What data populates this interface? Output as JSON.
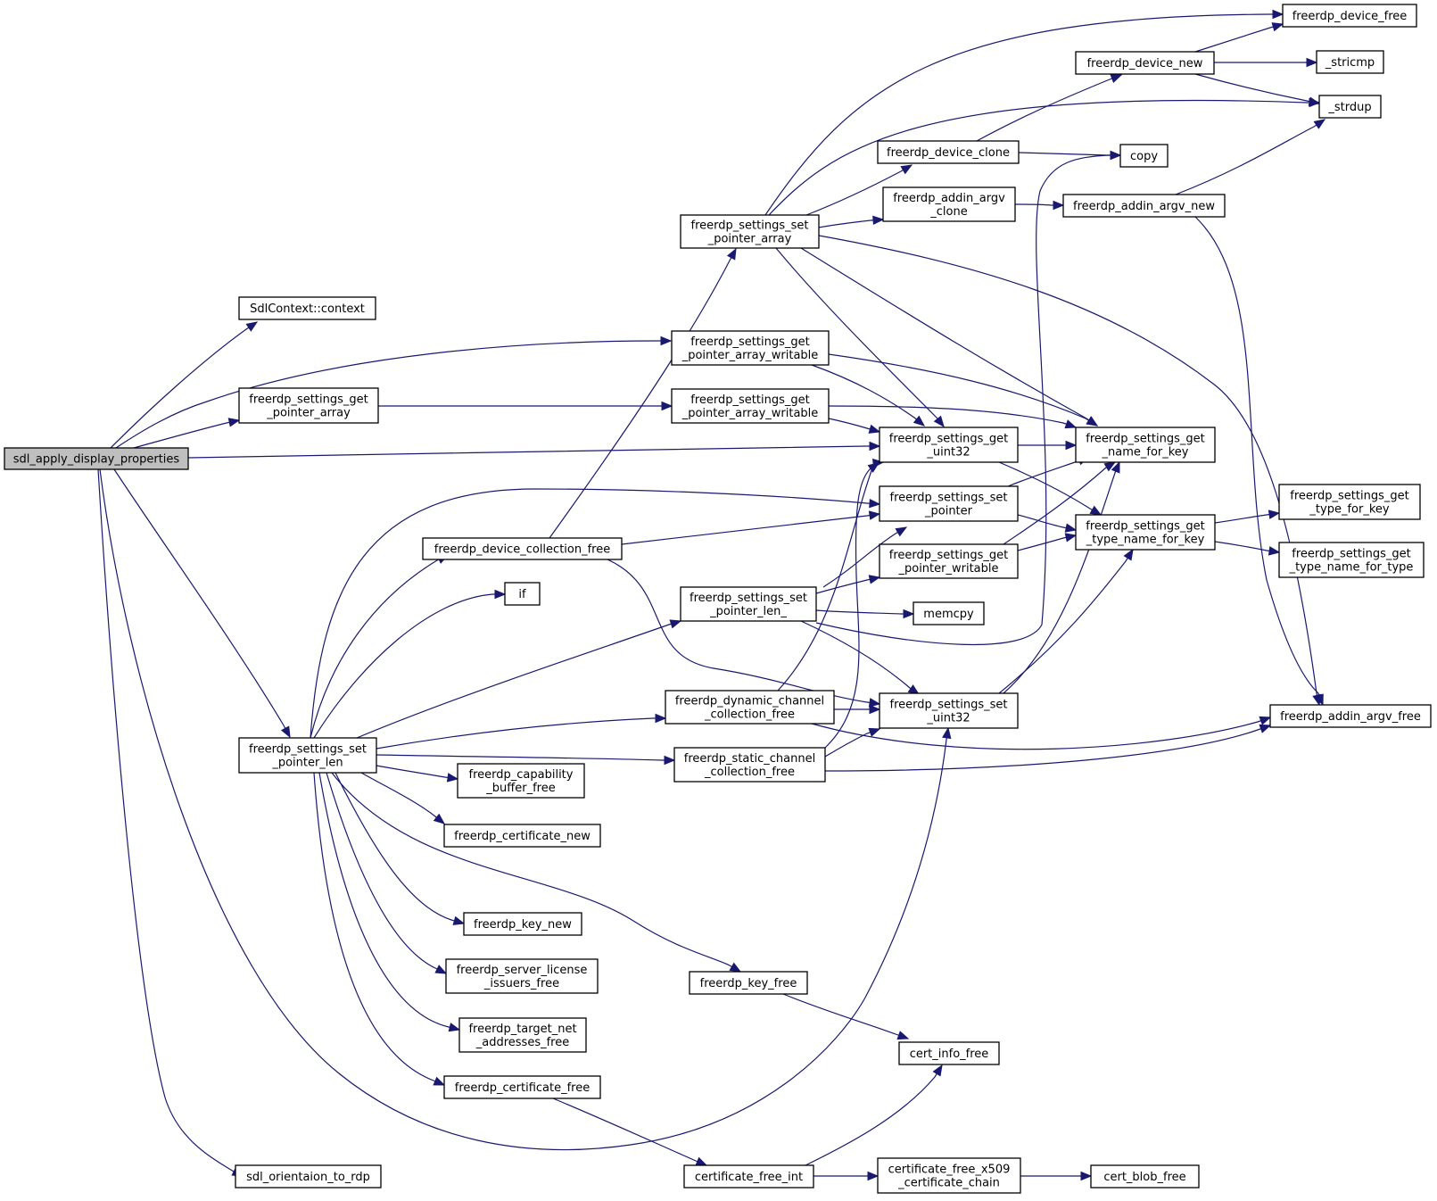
{
  "graph": {
    "nodes": [
      {
        "id": "sdl_apply",
        "lines": [
          "sdl_apply_display_properties"
        ],
        "root": true
      },
      {
        "id": "sdlctx",
        "lines": [
          "SdlContext::context"
        ]
      },
      {
        "id": "gpa",
        "lines": [
          "freerdp_settings_get",
          "_pointer_array"
        ]
      },
      {
        "id": "spl",
        "lines": [
          "freerdp_settings_set",
          "_pointer_len"
        ]
      },
      {
        "id": "orient",
        "lines": [
          "sdl_orientaion_to_rdp"
        ]
      },
      {
        "id": "spa",
        "lines": [
          "freerdp_settings_set",
          "_pointer_array"
        ]
      },
      {
        "id": "gpaw1",
        "lines": [
          "freerdp_settings_get",
          "_pointer_array_writable"
        ]
      },
      {
        "id": "gpaw2",
        "lines": [
          "freerdp_settings_get",
          "_pointer_array_writable"
        ]
      },
      {
        "id": "dcf",
        "lines": [
          "freerdp_device_collection_free"
        ]
      },
      {
        "id": "if",
        "lines": [
          "if"
        ]
      },
      {
        "id": "spl_",
        "lines": [
          "freerdp_settings_set",
          "_pointer_len_"
        ]
      },
      {
        "id": "dyn",
        "lines": [
          "freerdp_dynamic_channel",
          "_collection_free"
        ]
      },
      {
        "id": "stat",
        "lines": [
          "freerdp_static_channel",
          "_collection_free"
        ]
      },
      {
        "id": "cbf",
        "lines": [
          "freerdp_capability",
          "_buffer_free"
        ]
      },
      {
        "id": "cnew",
        "lines": [
          "freerdp_certificate_new"
        ]
      },
      {
        "id": "knew",
        "lines": [
          "freerdp_key_new"
        ]
      },
      {
        "id": "slif",
        "lines": [
          "freerdp_server_license",
          "_issuers_free"
        ]
      },
      {
        "id": "tnaf",
        "lines": [
          "freerdp_target_net",
          "_addresses_free"
        ]
      },
      {
        "id": "cfree",
        "lines": [
          "freerdp_certificate_free"
        ]
      },
      {
        "id": "kfree",
        "lines": [
          "freerdp_key_free"
        ]
      },
      {
        "id": "cfi",
        "lines": [
          "certificate_free_int"
        ]
      },
      {
        "id": "dclone",
        "lines": [
          "freerdp_device_clone"
        ]
      },
      {
        "id": "aac",
        "lines": [
          "freerdp_addin_argv",
          "_clone"
        ]
      },
      {
        "id": "gu32",
        "lines": [
          "freerdp_settings_get",
          "_uint32"
        ]
      },
      {
        "id": "sp",
        "lines": [
          "freerdp_settings_set",
          "_pointer"
        ]
      },
      {
        "id": "gpw",
        "lines": [
          "freerdp_settings_get",
          "_pointer_writable"
        ]
      },
      {
        "id": "memcpy",
        "lines": [
          "memcpy"
        ]
      },
      {
        "id": "su32",
        "lines": [
          "freerdp_settings_set",
          "_uint32"
        ]
      },
      {
        "id": "cif",
        "lines": [
          "cert_info_free"
        ]
      },
      {
        "id": "cfx",
        "lines": [
          "certificate_free_x509",
          "_certificate_chain"
        ]
      },
      {
        "id": "dnew",
        "lines": [
          "freerdp_device_new"
        ]
      },
      {
        "id": "copy",
        "lines": [
          "copy"
        ]
      },
      {
        "id": "aan",
        "lines": [
          "freerdp_addin_argv_new"
        ]
      },
      {
        "id": "gnk",
        "lines": [
          "freerdp_settings_get",
          "_name_for_key"
        ]
      },
      {
        "id": "gtnk",
        "lines": [
          "freerdp_settings_get",
          "_type_name_for_key"
        ]
      },
      {
        "id": "cbfree",
        "lines": [
          "cert_blob_free"
        ]
      },
      {
        "id": "dfree",
        "lines": [
          "freerdp_device_free"
        ]
      },
      {
        "id": "stricmp",
        "lines": [
          "_stricmp"
        ]
      },
      {
        "id": "strdup",
        "lines": [
          "_strdup"
        ]
      },
      {
        "id": "gtk",
        "lines": [
          "freerdp_settings_get",
          "_type_for_key"
        ]
      },
      {
        "id": "gtnt",
        "lines": [
          "freerdp_settings_get",
          "_type_name_for_type"
        ]
      },
      {
        "id": "aaf",
        "lines": [
          "freerdp_addin_argv_free"
        ]
      }
    ]
  }
}
